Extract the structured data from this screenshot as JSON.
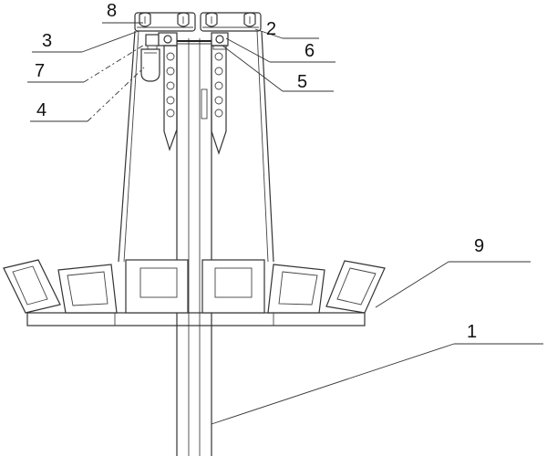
{
  "figure": {
    "labels": {
      "pole": "1",
      "top_right_frame": "2",
      "top_left_frame": "3",
      "hoist": "4",
      "right_pulley": "5",
      "right_clamp": "6",
      "left_clamp": "7",
      "top_pulley": "8",
      "lamp_ring": "9"
    }
  },
  "colors": {
    "line": "#333333",
    "background": "#ffffff"
  }
}
